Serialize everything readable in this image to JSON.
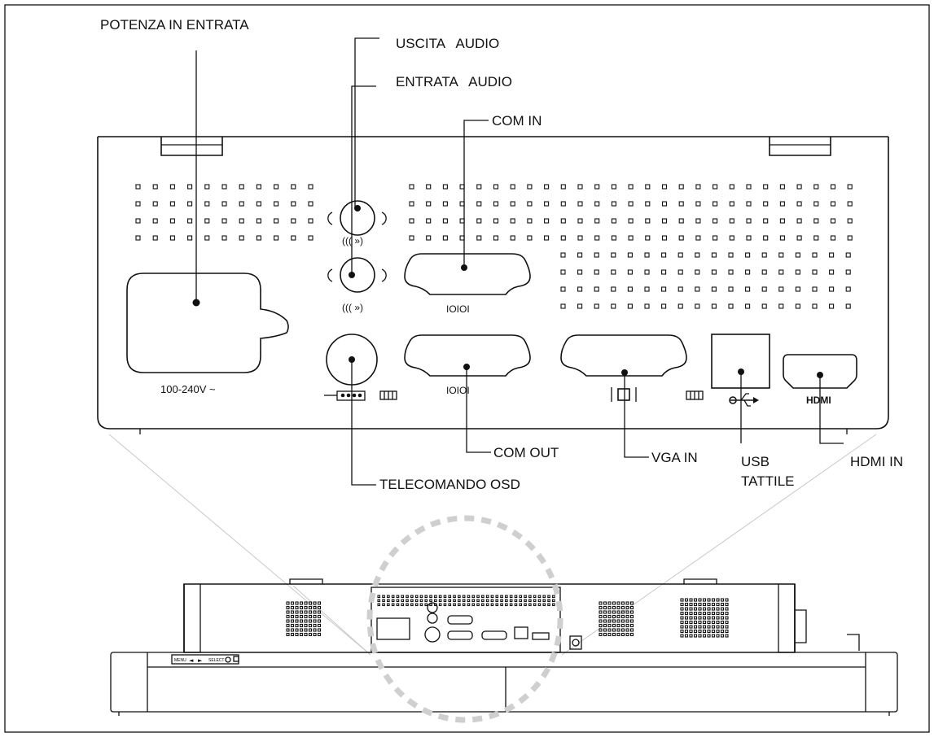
{
  "labels": {
    "power_in": "POTENZA IN ENTRATA",
    "audio_out": "USCITA   AUDIO",
    "audio_in": "ENTRATA   AUDIO",
    "com_in": "COM IN",
    "com_out": "COM OUT",
    "vga_in": "VGA IN",
    "usb_line1": "USB",
    "usb_line2": "TATTILE",
    "hdmi_in": "HDMI IN",
    "osd_remote": "TELECOMANDO OSD"
  },
  "panel_text": {
    "voltage": "100-240V ~",
    "com_in_mark": "IOIOI",
    "com_out_mark": "IOIOI",
    "vga_mark": "|□|",
    "hdmi_mark": "HDMI"
  },
  "front_bezel_text": {
    "menu": "MENU",
    "select": "SELECT"
  }
}
